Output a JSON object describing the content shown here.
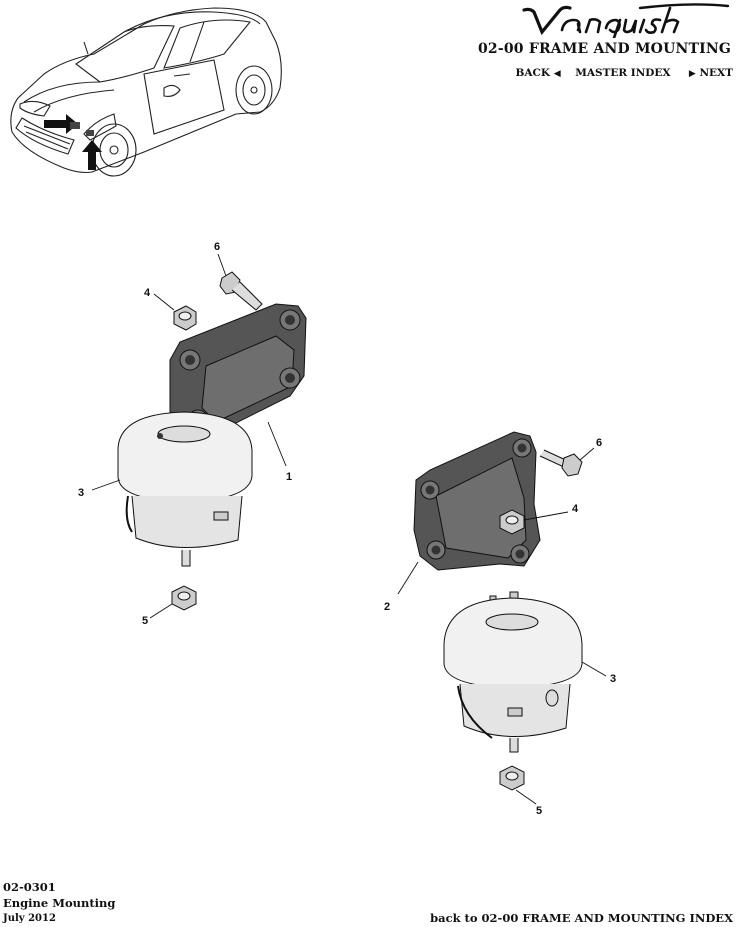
{
  "header": {
    "logo_text": "Vanquish",
    "section_title": "02-00 FRAME AND MOUNTING",
    "nav": {
      "back_label": "BACK",
      "master_index_label": "MASTER INDEX",
      "next_label": "NEXT",
      "back_icon": "triangle-left-icon",
      "next_icon": "triangle-right-icon"
    }
  },
  "diagram": {
    "callouts_left": [
      "6",
      "4",
      "1",
      "3",
      "5"
    ],
    "callouts_right": [
      "6",
      "4",
      "2",
      "3",
      "5"
    ]
  },
  "footer": {
    "page_code": "02-0301",
    "page_name": "Engine Mounting",
    "date": "July 2012",
    "back_link": "back to 02-00 FRAME AND MOUNTING INDEX"
  }
}
